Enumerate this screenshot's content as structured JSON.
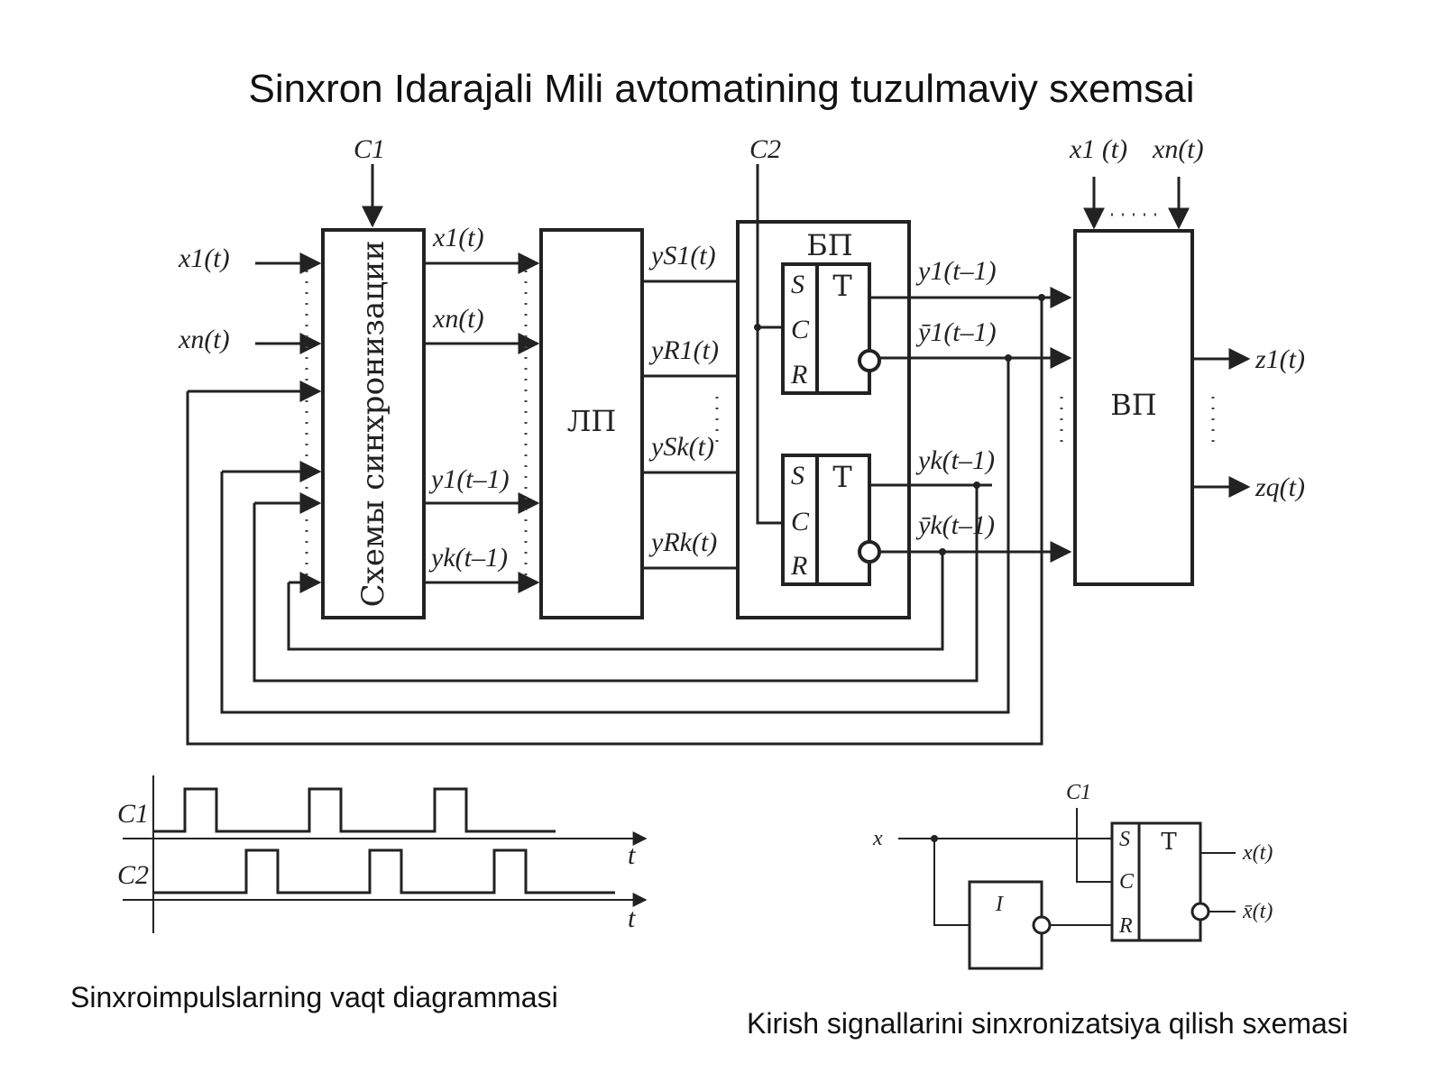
{
  "title": "Sinxron Idarajali Mili avtomatining tuzulmaviy sxemsai",
  "captions": {
    "timing": "Sinxroimpulslarning vaqt diagrammasi",
    "sync": "Kirish signallarini sinxronizatsiya qilish sxemasi"
  },
  "main_diagram": {
    "clock_c1": "C1",
    "clock_c2": "C2",
    "inputs_left": [
      "x1(t)",
      "xn(t)"
    ],
    "inputs_top_right": [
      "x1 (t)",
      "xn(t)"
    ],
    "sync_block": "Схемы синхронизации",
    "sync_outputs": [
      "x1(t)",
      "xn(t)",
      "y1(t–1)",
      "yk(t–1)"
    ],
    "lp_block": "ЛП",
    "lp_outputs": [
      "yS1(t)",
      "yR1(t)",
      "ySk(t)",
      "yRk(t)"
    ],
    "bp_block": "БП",
    "trigger": {
      "s": "S",
      "c": "C",
      "r": "R",
      "t": "T"
    },
    "bp_outputs": [
      "y1(t–1)",
      "ȳ1(t–1)",
      "yk(t–1)",
      "ȳk(t–1)"
    ],
    "vp_block": "ВП",
    "outputs": [
      "z1(t)",
      "zq(t)"
    ]
  },
  "timing_diagram": {
    "signals": [
      "C1",
      "C2"
    ],
    "axis_label": "t"
  },
  "sync_circuit": {
    "input": "x",
    "clock": "C1",
    "inverter": "I",
    "trigger": {
      "s": "S",
      "c": "C",
      "r": "R",
      "t": "T"
    },
    "outputs": [
      "x(t)",
      "x̄(t)"
    ]
  }
}
